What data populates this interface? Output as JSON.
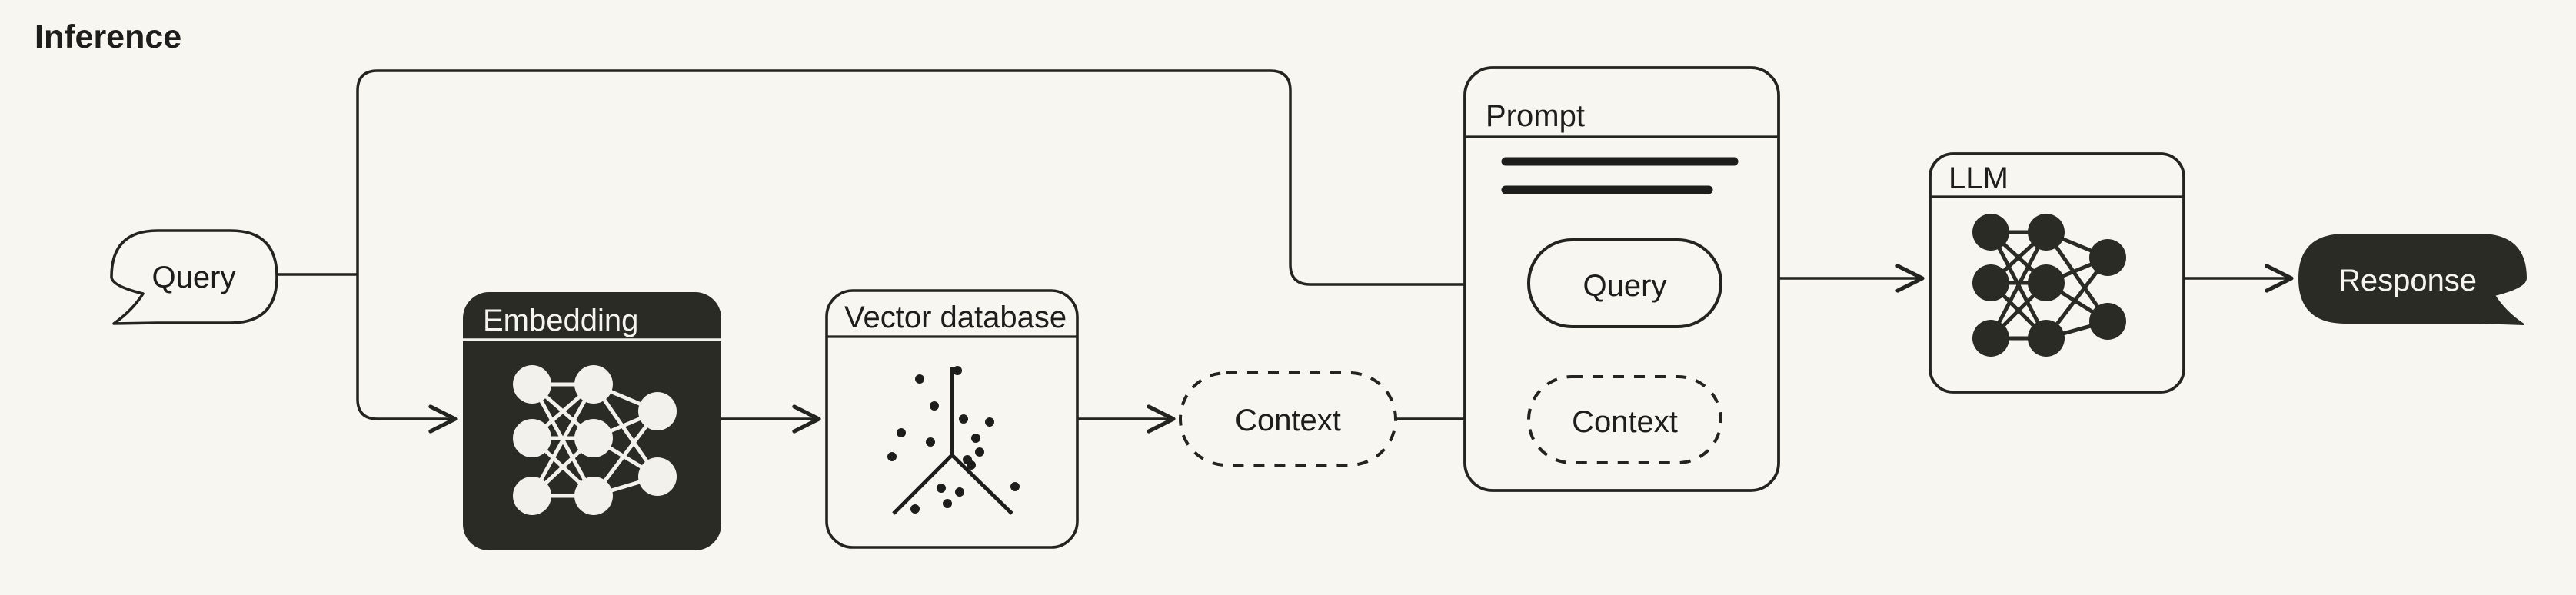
{
  "diagram": {
    "title": "Inference",
    "background_color": "#f7f6f1",
    "ink_color": "#1d1d1b",
    "dark_fill_color": "#2b2b26",
    "light_fill_color": "#f7f6f1"
  },
  "nodes": {
    "query_bubble": {
      "label": "Query",
      "shape": "speech-bubble-outline",
      "tail": "bottom-left"
    },
    "embedding": {
      "title": "Embedding",
      "style": "dark-card",
      "content": "neural-network",
      "layers": [
        3,
        3,
        2
      ]
    },
    "vector_database": {
      "title": "Vector database",
      "style": "light-card",
      "content": "3d-axes-scatter",
      "point_count": 17
    },
    "context_pill": {
      "label": "Context",
      "shape": "dashed-pill"
    },
    "prompt_card": {
      "title": "Prompt",
      "style": "light-card",
      "text_lines": 2,
      "slots": [
        {
          "label": "Query",
          "shape": "solid-pill"
        },
        {
          "label": "Context",
          "shape": "dashed-pill"
        }
      ]
    },
    "llm": {
      "title": "LLM",
      "style": "light-card",
      "content": "neural-network",
      "layers": [
        3,
        3,
        2
      ]
    },
    "response_bubble": {
      "label": "Response",
      "shape": "speech-bubble-filled",
      "tail": "bottom-right"
    }
  },
  "edges": [
    {
      "from": "query_bubble",
      "to": "embedding",
      "style": "solid-arrow"
    },
    {
      "from": "query_bubble",
      "to": "prompt_card.query_slot",
      "style": "solid-arrow-bypass"
    },
    {
      "from": "embedding",
      "to": "vector_database",
      "style": "solid-arrow"
    },
    {
      "from": "vector_database",
      "to": "context_pill",
      "style": "solid-arrow"
    },
    {
      "from": "context_pill",
      "to": "prompt_card.context_slot",
      "style": "solid-arrow"
    },
    {
      "from": "prompt_card",
      "to": "llm",
      "style": "solid-arrow"
    },
    {
      "from": "llm",
      "to": "response_bubble",
      "style": "solid-arrow"
    }
  ]
}
